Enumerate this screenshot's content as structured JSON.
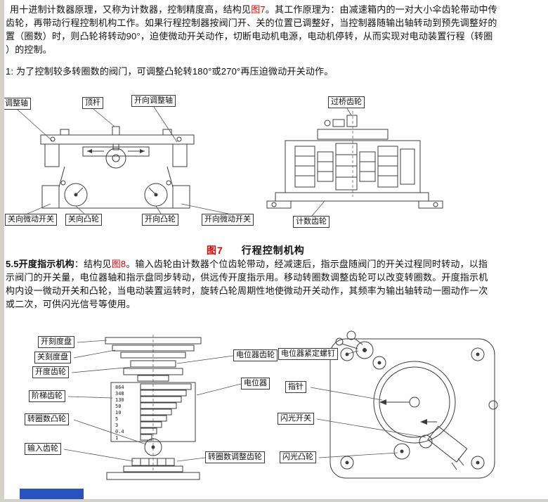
{
  "colors": {
    "accent_red": "#e60000",
    "label_border": "#3a3a3a",
    "drawing_line": "#3c3c3c",
    "blue_bar": "#2852c0",
    "window_edge": "#d5d1c9"
  },
  "para1": {
    "line1_pre": "用十进制计数器原理，又称为计数器，控制精度高，结构见",
    "line1_ref": "图7",
    "line1_post": "。其工作原理为：由减速箱内的一对大小伞齿轮带动中传",
    "line2": "齿轮，再带动行程控制机构工作。如果行程控制器按阀门开、关的位置已调整好，当控制器随输出轴转动到预先调整好的",
    "line3": "置（圈数）时，则凸轮将转动90°，迫使微动开关动作，切断电动机电源，电动机停转，从而实现对电动装置行程（转圈",
    "line4": "）的控制。",
    "note": "1: 为了控制较多转圈数的阀门，可调整凸轮转180°或270°再压迫微动开关动作。"
  },
  "fig7": {
    "labels": {
      "adjust_axis": "向调整轴",
      "top_rod": "顶杆",
      "open_adjust_axis": "开向调整轴",
      "bridge_gear": "过桥齿轮",
      "close_microswitch": "关向微动开关",
      "close_cam": "关向凸轮",
      "open_cam": "开向凸轮",
      "open_microswitch": "开向微动开关",
      "count_gear": "计数齿轮"
    },
    "caption_ref": "图7",
    "caption_title": "行程控制机构"
  },
  "para2": {
    "line1_bold": "5.5开度指示机构",
    "line1_mid": "：结构见",
    "line1_ref": "图8",
    "line1_post": "。输入齿轮由计数器个位齿轮带动，经减速后，指示盘随阀门的开关过程同时转动，以指",
    "line2": "示阀门的开关量，电位器轴和指示盘同步转动，供远传开度指示用。移动转圈数调整齿轮可以改变转圈数。开度指示机",
    "line3": "构内设一微动开关和凸轮，当电动装置运转时，旋转凸轮周期性地使微动开关动作，其频率为输出轴转动一圈动作一次",
    "line4": "或二次，可供闪光信号等使用。"
  },
  "fig8": {
    "labels": {
      "open_dial": "开刻度盘",
      "close_dial": "关刻度盘",
      "opening_gear": "开度齿轮",
      "step_gear": "阶梯齿轮",
      "turns_cam": "转圈数凸轮",
      "input_gear": "输入齿轮",
      "pot_gear": "电位器齿轮",
      "potentiometer": "电位器",
      "turns_adjust_gear": "转圈数调整齿轮",
      "pot_set_screw": "电位器紧定螺钉",
      "pointer": "指针",
      "flash_switch": "闪光开关",
      "flash_cam": "闪光凸轮"
    },
    "gear_numbers": [
      "864",
      "348",
      "130",
      "50",
      "10",
      "5",
      "3",
      "0.4",
      "1"
    ]
  }
}
